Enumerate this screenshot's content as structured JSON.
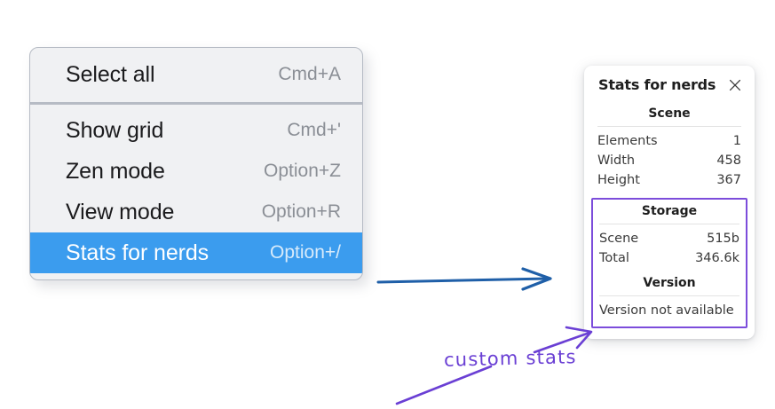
{
  "context_menu": {
    "name": "canvas-context-menu",
    "sections": [
      {
        "items": [
          {
            "label": "Select all",
            "shortcut": "Cmd+A",
            "highlighted": false
          }
        ]
      },
      {
        "items": [
          {
            "label": "Show grid",
            "shortcut": "Cmd+'",
            "highlighted": false
          },
          {
            "label": "Zen mode",
            "shortcut": "Option+Z",
            "highlighted": false
          },
          {
            "label": "View mode",
            "shortcut": "Option+R",
            "highlighted": false
          },
          {
            "label": "Stats for nerds",
            "shortcut": "Option+/",
            "highlighted": true
          }
        ]
      }
    ]
  },
  "stats_panel": {
    "title": "Stats for nerds",
    "close_icon": "close-icon",
    "scene": {
      "title": "Scene",
      "rows": [
        {
          "key": "Elements",
          "value": "1"
        },
        {
          "key": "Width",
          "value": "458"
        },
        {
          "key": "Height",
          "value": "367"
        }
      ]
    },
    "storage": {
      "title": "Storage",
      "rows": [
        {
          "key": "Scene",
          "value": "515b"
        },
        {
          "key": "Total",
          "value": "346.6k"
        }
      ]
    },
    "version": {
      "title": "Version",
      "text": "Version not available"
    }
  },
  "annotations": {
    "handwriting": "custom stats",
    "arrow_color_blue": "#1f5fa8",
    "arrow_color_purple": "#6a3fd4",
    "highlight_box_color": "#7c4ddb"
  },
  "colors": {
    "menu_background": "#f0f1f3",
    "menu_border": "#b6bbc4",
    "menu_highlight": "#3b9cee",
    "menu_label": "#1b1b1d",
    "menu_shortcut": "#8b8f96",
    "panel_background": "#ffffff",
    "panel_text": "#3a3a3a",
    "page_background": "#ffffff"
  }
}
